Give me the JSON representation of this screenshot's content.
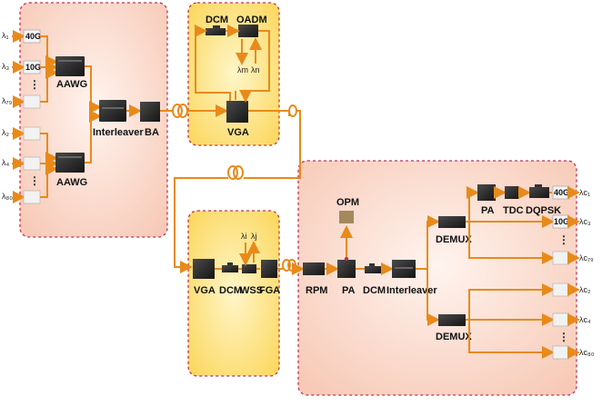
{
  "tx": {
    "inputs": [
      "λ₁",
      "λ₃",
      "λ₇₉",
      "λ₂",
      "λ₄",
      "λ₈₀"
    ],
    "rate_40g": "40G",
    "rate_10g": "10G",
    "vdots": "⋮",
    "aawg_label": "AAWG",
    "interleaver_label": "Interleaver",
    "ba_label": "BA"
  },
  "node1": {
    "dcm_label": "DCM",
    "oadm_label": "OADM",
    "lambda_m": "λm",
    "lambda_n": "λn",
    "vga_label": "VGA"
  },
  "node2": {
    "vga_label": "VGA",
    "dcm_label": "DCM",
    "wss_label": "WSS",
    "fga_label": "FGA",
    "lambda_i": "λi",
    "lambda_j": "λj"
  },
  "rx": {
    "opm_label": "OPM",
    "rpm_label": "RPM",
    "pa_label": "PA",
    "dcm_label": "DCM",
    "interleaver_label": "Interleaver",
    "demux_label": "DEMUX",
    "pa2_label": "PA",
    "tdc_label": "TDC",
    "dqpsk_label": "DQPSK",
    "rate_40g": "40G",
    "rate_10g": "10G",
    "vdots": "⋮",
    "outputs": [
      "λc₁",
      "λc₃",
      "λc₇₉",
      "λc₂",
      "λc₄",
      "λc₈₀"
    ]
  },
  "colors": {
    "fiber": "#e88a1a",
    "box_border": "#c0305a",
    "tx_rx_fill": "#fbd9cc",
    "node_fill": "#fde37a"
  }
}
